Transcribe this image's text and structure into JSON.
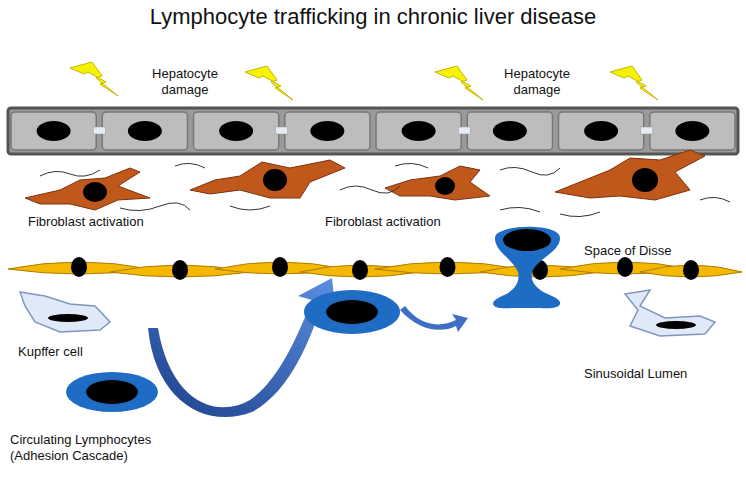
{
  "diagram": {
    "title": "Lymphocyte trafficking in chronic liver disease",
    "labels": [
      "Hepatocyte damage",
      "Hepatocyte damage",
      "Fibroblast activation",
      "Fibroblast activation",
      "Space of Disse",
      "Kupffer cell",
      "Sinusoidal Lumen",
      "Circulating Lymphocytes (Adhesion Cascade)"
    ]
  }
}
